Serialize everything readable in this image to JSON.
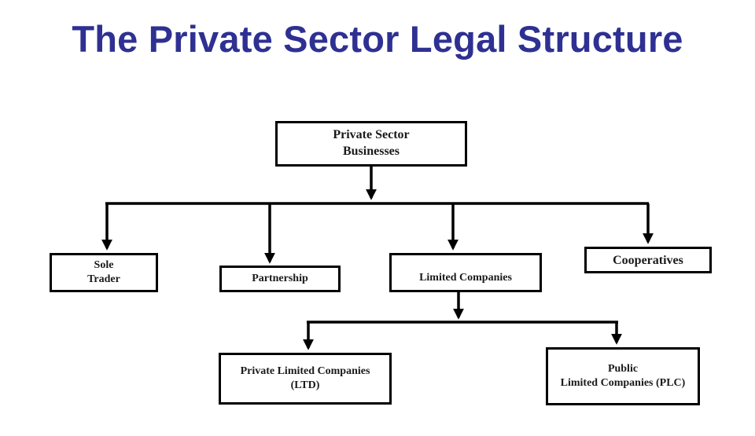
{
  "title": "The Private Sector Legal Structure",
  "nodes": {
    "root": [
      "Private Sector",
      "Businesses"
    ],
    "sole_trader": [
      "Sole",
      "Trader"
    ],
    "partnership": [
      "Partnership"
    ],
    "limited_companies": [
      "Limited Companies"
    ],
    "cooperatives": [
      "Cooperatives"
    ],
    "private_limited": [
      "Private Limited Companies",
      "(LTD)"
    ],
    "public_limited": [
      "Public",
      "Limited Companies (PLC)"
    ]
  },
  "edges": [
    [
      "root",
      "sole_trader"
    ],
    [
      "root",
      "partnership"
    ],
    [
      "root",
      "limited_companies"
    ],
    [
      "root",
      "cooperatives"
    ],
    [
      "limited_companies",
      "private_limited"
    ],
    [
      "limited_companies",
      "public_limited"
    ]
  ],
  "colors": {
    "title": "#2E3092",
    "box_border": "#000000",
    "connector": "#000000"
  }
}
